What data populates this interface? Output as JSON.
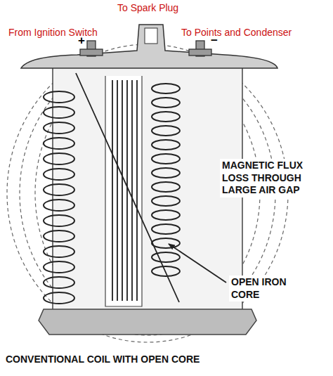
{
  "diagram": {
    "caption": "CONVENTIONAL COIL WITH OPEN CORE",
    "labels": [
      "To Spark Plug",
      "From Ignition Switch",
      "+",
      "To Points and Condenser",
      "−",
      "MAGNETIC FLUX LOSS THROUGH LARGE AIR GAP",
      "OPEN IRON CORE"
    ]
  }
}
